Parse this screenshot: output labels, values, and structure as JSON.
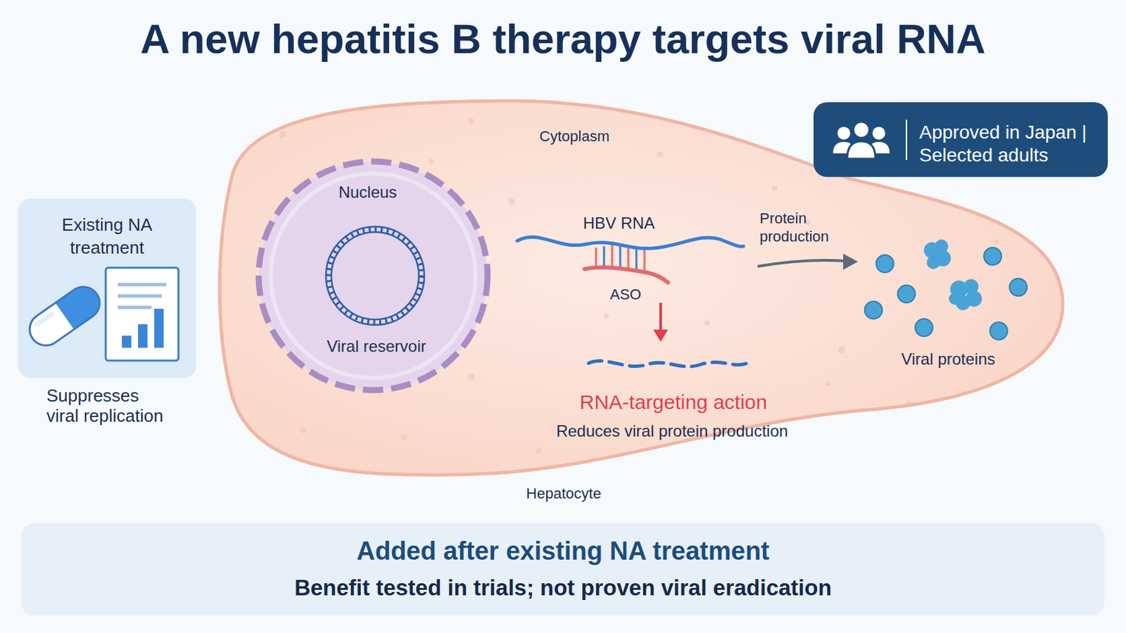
{
  "diagram": {
    "title": "A new hepatitis B therapy targets viral RNA",
    "nodes": [
      {
        "text": [
          "Existing NA treatment",
          "Suppresses viral replication"
        ]
      },
      {
        "text": [
          "Cytoplasm",
          "Hepatocyte"
        ]
      },
      {
        "text": [
          "Nucleus",
          "Viral reservoir"
        ],
        "in": 1
      },
      {
        "text": [
          "Approved in Japan | Selected adults"
        ]
      },
      {
        "text": [
          "Added after existing NA treatment",
          "Benefit tested in trials; not proven viral eradication"
        ]
      }
    ],
    "labels": [
      "HBV RNA",
      "Protein production",
      "ASO",
      "Viral proteins",
      "RNA-targeting action",
      "Reduces viral protein production"
    ]
  }
}
